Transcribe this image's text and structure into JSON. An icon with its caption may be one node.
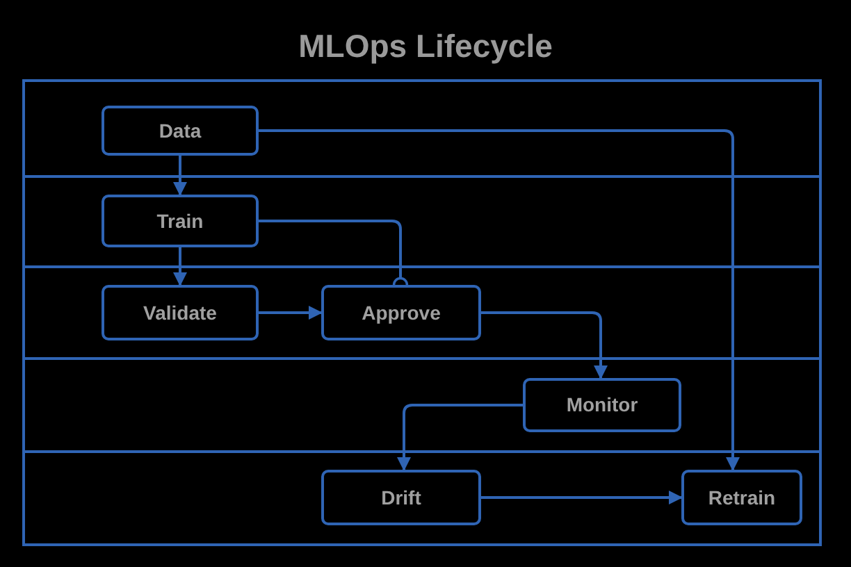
{
  "diagram": {
    "title": "MLOps Lifecycle",
    "nodes": [
      {
        "text": [
          "Data"
        ]
      },
      {
        "text": [
          "Train"
        ]
      },
      {
        "text": [
          "Validate"
        ]
      },
      {
        "text": [
          "Approve"
        ]
      },
      {
        "text": [
          "Monitor"
        ]
      },
      {
        "text": [
          "Drift"
        ]
      },
      {
        "text": [
          "Retrain"
        ]
      }
    ],
    "edges": [
      {
        "from": 0,
        "to": 1,
        "arrow": "to"
      },
      {
        "from": 1,
        "to": 2,
        "arrow": "to"
      },
      {
        "from": 2,
        "to": 3,
        "arrow": "to"
      },
      {
        "from": 1,
        "to": 3,
        "arrow": "other"
      },
      {
        "from": 3,
        "to": 4,
        "arrow": "to"
      },
      {
        "from": 4,
        "to": 5,
        "arrow": "to"
      },
      {
        "from": 5,
        "to": 6,
        "arrow": "to"
      },
      {
        "from": 0,
        "to": 6,
        "arrow": "to"
      }
    ]
  }
}
